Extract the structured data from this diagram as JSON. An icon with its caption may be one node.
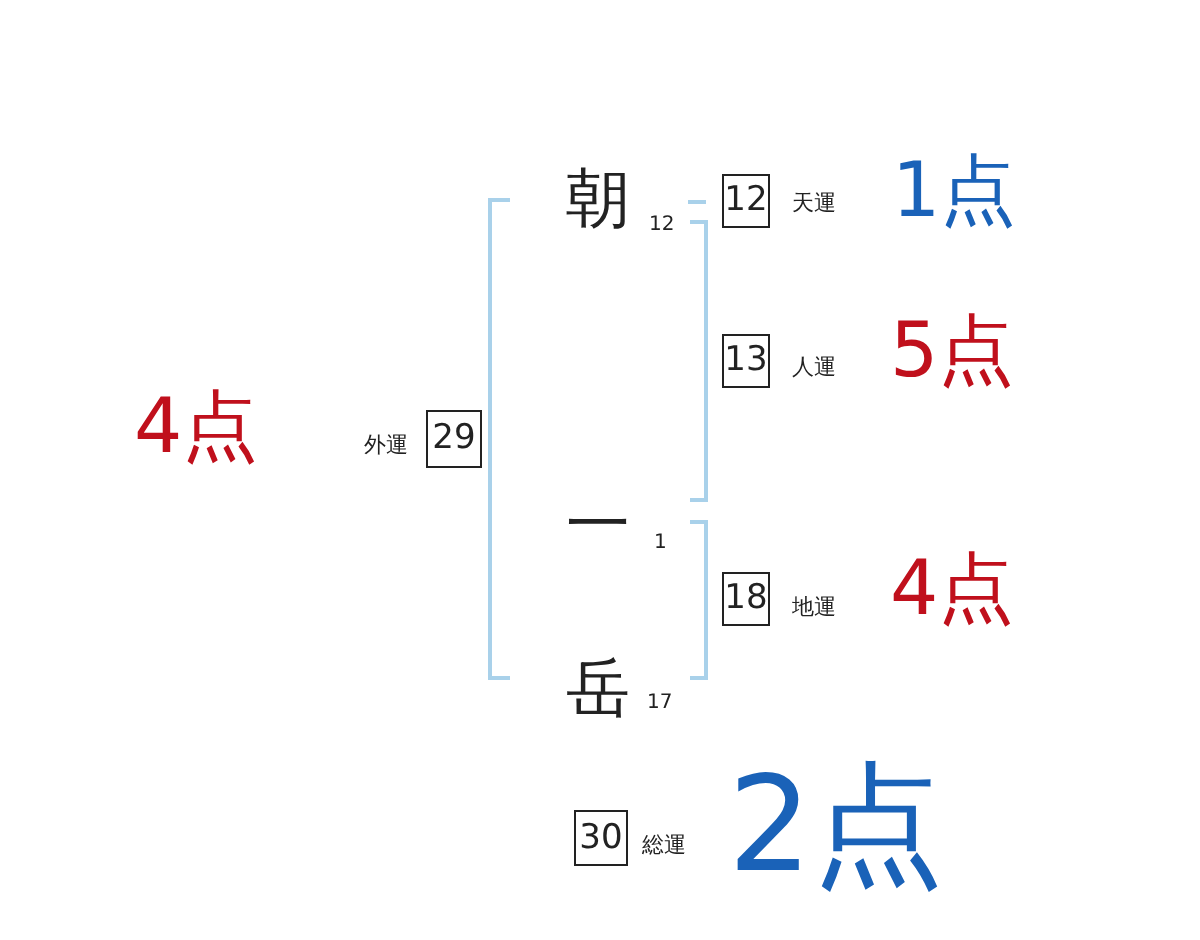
{
  "diagram": {
    "nodes": [
      {
        "text": [
          "12"
        ],
        "beside": [
          "天運",
          "1点"
        ]
      },
      {
        "text": [
          "13"
        ],
        "beside": [
          "人運",
          "5点"
        ]
      },
      {
        "text": [
          "29"
        ],
        "beside": [
          "外運",
          "4点"
        ]
      },
      {
        "text": [
          "18"
        ],
        "beside": [
          "地運",
          "4点"
        ]
      },
      {
        "text": [
          "30"
        ],
        "beside": [
          "総運",
          "2点"
        ]
      }
    ],
    "labels": [
      "朝",
      "12",
      "一",
      "1",
      "岳",
      "17"
    ]
  }
}
